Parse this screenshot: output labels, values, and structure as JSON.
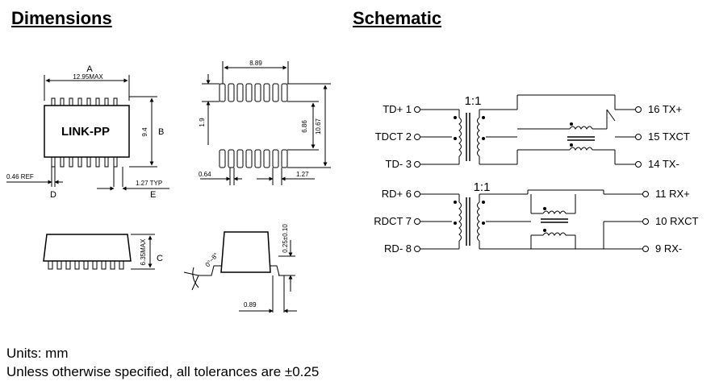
{
  "headings": {
    "dimensions": "Dimensions",
    "schematic": "Schematic"
  },
  "top_view": {
    "label_a": "A",
    "width_max": "12.95MAX",
    "part_label": "LINK-PP",
    "height": "9.4",
    "label_b": "B",
    "lead_ref": "0.46 REF",
    "label_d": "D",
    "pitch": "1.27 TYP",
    "label_e": "E"
  },
  "pad_view": {
    "span": "8.89",
    "pad_height": "1.9",
    "row_gap": "6.86",
    "overall": "10.67",
    "pad_width": "0.64",
    "pad_pitch": "1.27"
  },
  "side_view": {
    "height_max": "6.35MAX",
    "label_c": "C"
  },
  "detail_view": {
    "angle": "0°~8°",
    "thickness": "0.25±0.10",
    "foot": "0.89"
  },
  "schematic": {
    "ratio": "1:1",
    "left_top": [
      "TD+  1",
      "TDCT  2",
      "TD-  3"
    ],
    "right_top": [
      "16  TX+",
      "15  TXCT",
      "14  TX-"
    ],
    "left_bottom": [
      "RD+  6",
      "RDCT  7",
      "RD-  8"
    ],
    "right_bottom": [
      "11  RX+",
      "10  RXCT",
      "9  RX-"
    ]
  },
  "notes": {
    "units": "Units: mm",
    "tolerance": "Unless otherwise specified, all tolerances are ±0.25"
  }
}
